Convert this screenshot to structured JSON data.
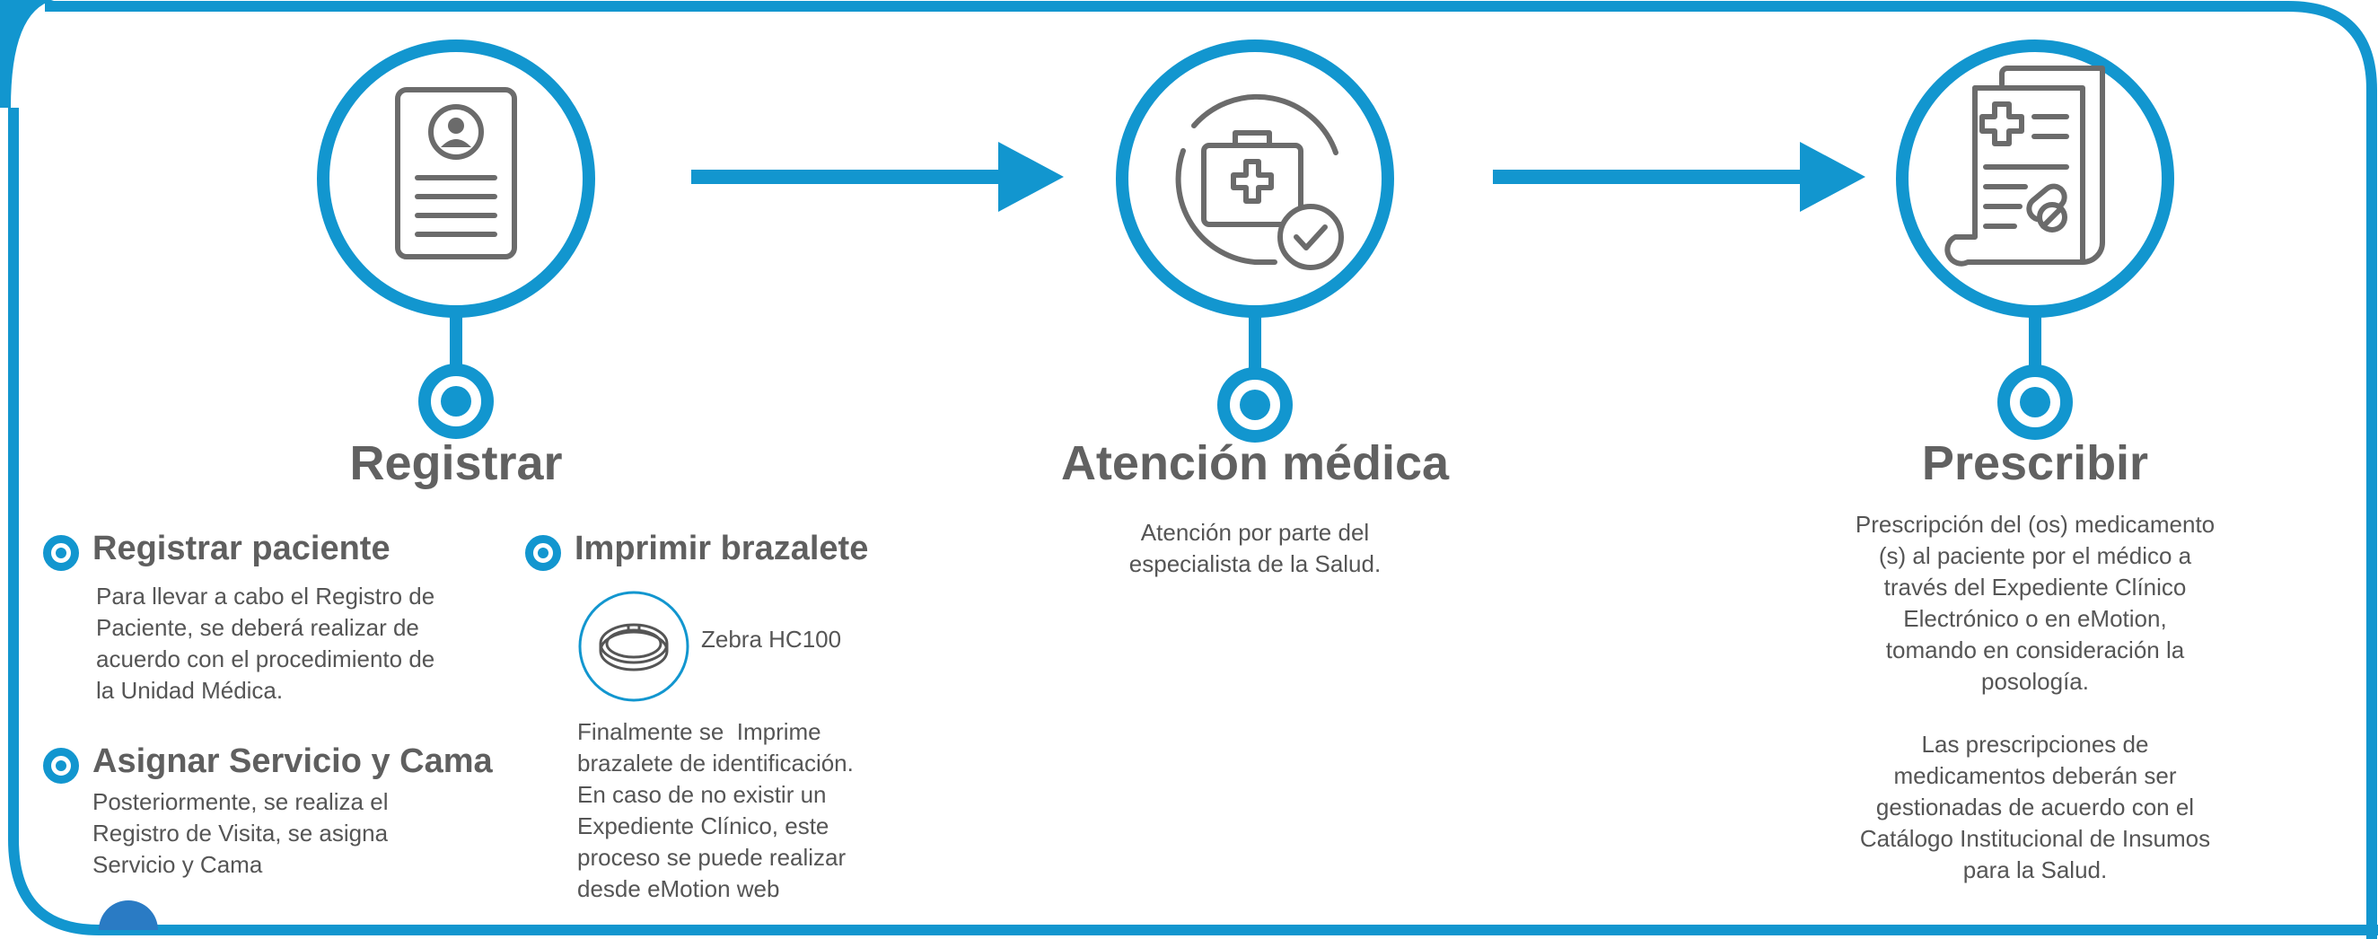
{
  "colors": {
    "accent": "#1296cf",
    "icon": "#6b6b6b",
    "text": "#555555",
    "title": "#616161"
  },
  "stages": [
    {
      "title": "Registrar",
      "icon": "patient-record-icon"
    },
    {
      "title": "Atención médica",
      "icon": "medical-kit-check-icon",
      "description": [
        "Atención por parte del",
        "especialista de la Salud."
      ]
    },
    {
      "title": "Prescribir",
      "icon": "prescription-document-icon",
      "description": [
        "Prescripción del (os) medicamento",
        "(s) al paciente por el médico a",
        "través del Expediente Clínico",
        "Electrónico o en eMotion,",
        "tomando en consideración la",
        "posología."
      ],
      "note": [
        "Las prescripciones de",
        "medicamentos deberán ser",
        "gestionadas de acuerdo con el",
        "Catálogo Institucional de Insumos",
        "para la Salud."
      ]
    }
  ],
  "registrar": {
    "steps": [
      {
        "title": "Registrar paciente",
        "text": [
          "Para llevar a cabo el Registro de",
          "Paciente, se deberá realizar de",
          "acuerdo con el procedimiento de",
          "la Unidad Médica."
        ]
      },
      {
        "title": "Asignar Servicio y Cama",
        "text": [
          "Posteriormente, se realiza el",
          "Registro de Visita, se asigna",
          "Servicio y Cama"
        ]
      }
    ],
    "bracelet": {
      "title": "Imprimir brazalete",
      "device_icon": "bracelet-icon",
      "device_label": "Zebra HC100",
      "text": [
        "Finalmente se  Imprime",
        "brazalete de identificación.",
        "En caso de no existir un",
        "Expediente Clínico, este",
        "proceso se puede realizar",
        "desde eMotion web"
      ]
    }
  }
}
